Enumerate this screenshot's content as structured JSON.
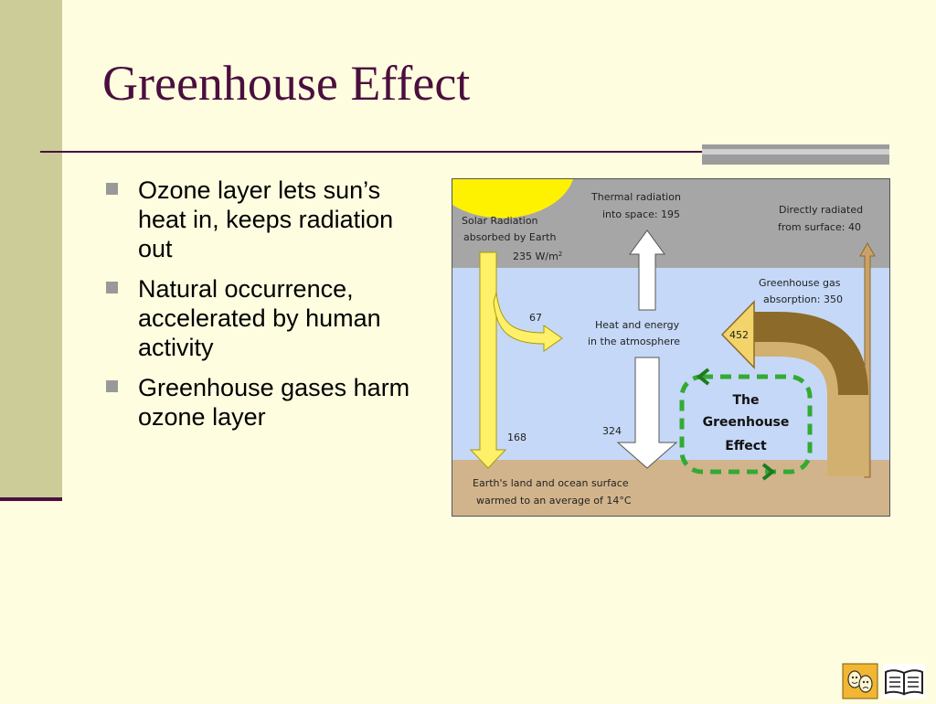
{
  "slide": {
    "title": "Greenhouse Effect",
    "bullets": [
      "Ozone layer lets sun’s heat in, keeps radiation out",
      "Natural occurrence, accelerated by human activity",
      "Greenhouse gases harm ozone layer"
    ]
  },
  "diagram": {
    "solar_radiation_line1": "Solar Radiation",
    "solar_radiation_line2": "absorbed by Earth",
    "solar_radiation_value": "235 W/m",
    "solar_radiation_unit_sup": "2",
    "thermal_line1": "Thermal radiation",
    "thermal_line2": "into space: 195",
    "direct_line1": "Directly radiated",
    "direct_line2": "from surface: 40",
    "ghg_line1": "Greenhouse gas",
    "ghg_line2": "absorption: 350",
    "value_67": "67",
    "value_452": "452",
    "atmosphere_line1": "Heat and energy",
    "atmosphere_line2": "in the atmosphere",
    "value_168": "168",
    "value_324": "324",
    "effect_line1": "The",
    "effect_line2": "Greenhouse",
    "effect_line3": "Effect",
    "surface_line1": "Earth's land and ocean surface",
    "surface_line2": "warmed to an average of 14°C"
  },
  "colors": {
    "background": "#FFFDE0",
    "title": "#4A0F3E",
    "sidebar": "#CCCC99",
    "space": "#A6A6A6",
    "atmosphere": "#C5D8F7",
    "ground": "#D2B48C",
    "solar": "#FFF06A",
    "greenhouse_loop": "#33AA33",
    "ghg_arrow": "#8C6A2A"
  },
  "icons": [
    "theater-masks-icon",
    "open-book-icon"
  ]
}
